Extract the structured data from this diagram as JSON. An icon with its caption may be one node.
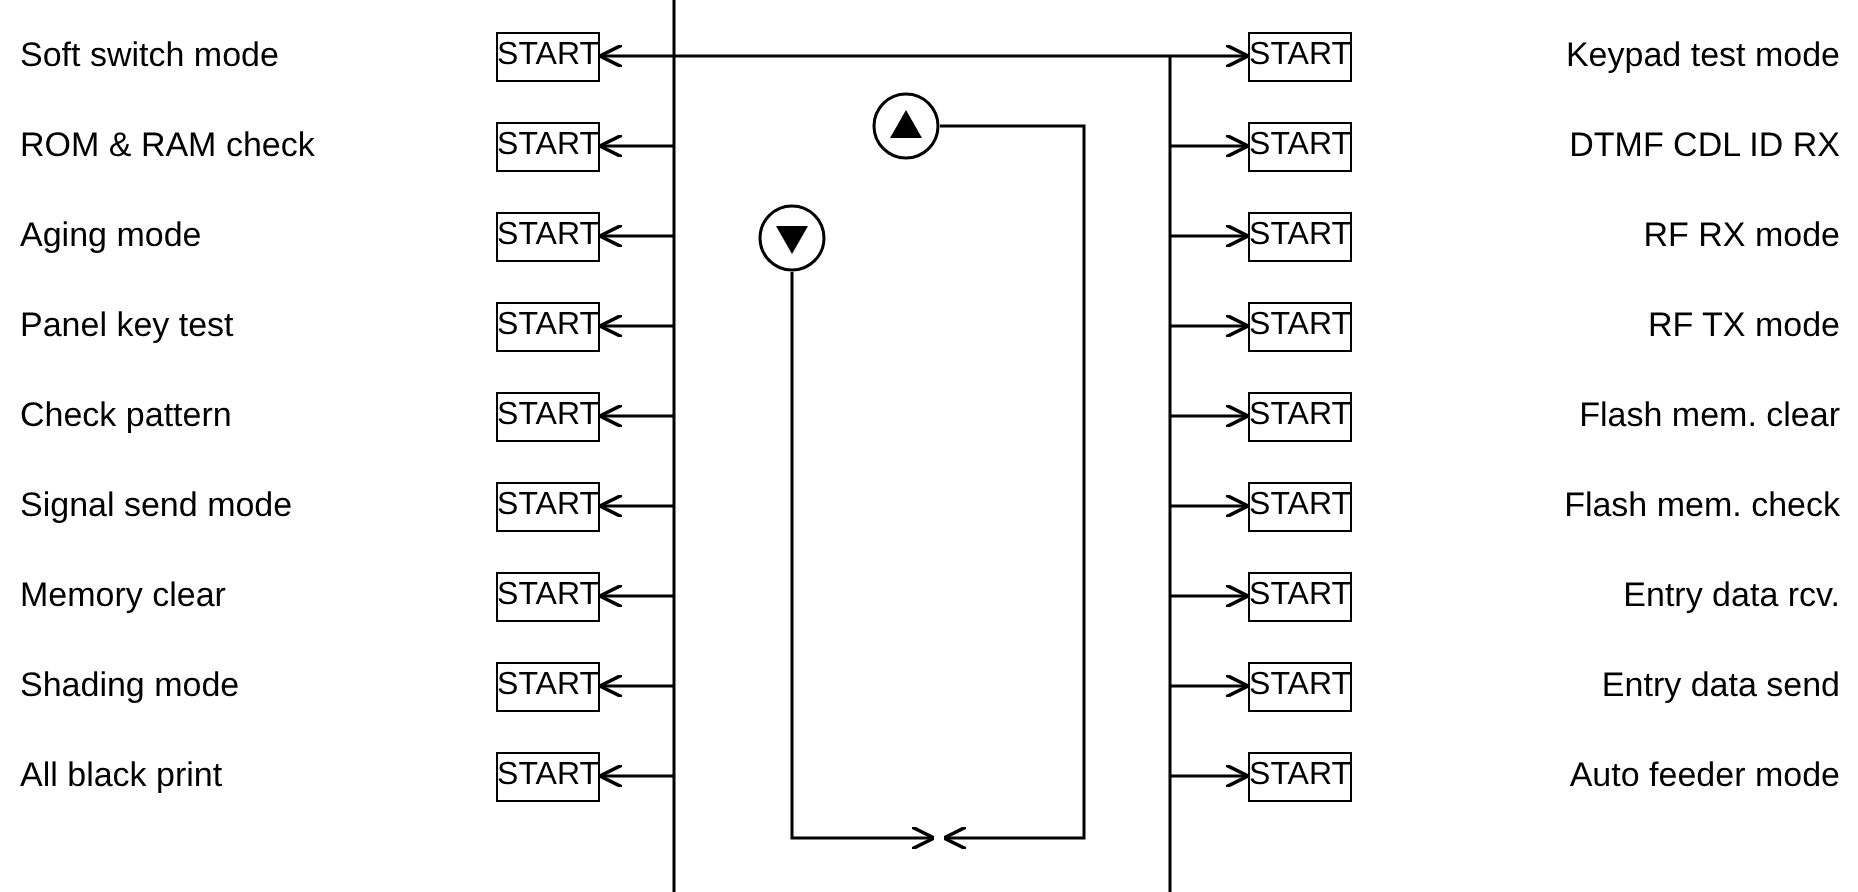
{
  "diagram": {
    "nodes": [
      {
        "text": [
          "START"
        ]
      },
      {
        "text": [
          "START"
        ]
      },
      {
        "text": [
          "START"
        ]
      },
      {
        "text": [
          "START"
        ]
      },
      {
        "text": [
          "START"
        ]
      },
      {
        "text": [
          "START"
        ]
      },
      {
        "text": [
          "START"
        ]
      },
      {
        "text": [
          "START"
        ]
      },
      {
        "text": [
          "START"
        ]
      },
      {
        "text": [
          "START"
        ]
      },
      {
        "text": [
          "START"
        ]
      },
      {
        "text": [
          "START"
        ]
      },
      {
        "text": [
          "START"
        ]
      },
      {
        "text": [
          "START"
        ]
      },
      {
        "text": [
          "START"
        ]
      },
      {
        "text": [
          "START"
        ]
      },
      {
        "text": [
          "START"
        ]
      },
      {
        "text": [
          "START"
        ]
      },
      {
        "text": [],
        "shape": "circle"
      },
      {
        "text": [],
        "shape": "circle"
      }
    ],
    "edges": [
      {
        "from": 0,
        "to": 9,
        "arrow": "both"
      },
      {
        "from": null,
        "to": 1,
        "arrow": "to"
      },
      {
        "from": null,
        "to": 2,
        "arrow": "to"
      },
      {
        "from": null,
        "to": 3,
        "arrow": "to"
      },
      {
        "from": null,
        "to": 4,
        "arrow": "to"
      },
      {
        "from": null,
        "to": 5,
        "arrow": "to"
      },
      {
        "from": null,
        "to": 6,
        "arrow": "to"
      },
      {
        "from": null,
        "to": 7,
        "arrow": "to"
      },
      {
        "from": null,
        "to": 8,
        "arrow": "to"
      },
      {
        "from": null,
        "to": 10,
        "arrow": "to"
      },
      {
        "from": null,
        "to": 11,
        "arrow": "to"
      },
      {
        "from": null,
        "to": 12,
        "arrow": "to"
      },
      {
        "from": null,
        "to": 13,
        "arrow": "to"
      },
      {
        "from": null,
        "to": 14,
        "arrow": "to"
      },
      {
        "from": null,
        "to": 15,
        "arrow": "to"
      },
      {
        "from": null,
        "to": 16,
        "arrow": "to"
      },
      {
        "from": null,
        "to": 17,
        "arrow": "to"
      },
      {
        "from": 18,
        "to": null,
        "arrow": "to"
      },
      {
        "from": 19,
        "to": null,
        "arrow": "to"
      }
    ],
    "labels": [
      "Soft switch mode",
      "Keypad test mode",
      "ROM & RAM check",
      "DTMF CDL ID RX",
      "Aging mode",
      "RF RX mode",
      "Panel key test",
      "RF TX mode",
      "Check pattern",
      "Flash mem. clear",
      "Signal send mode",
      "Flash mem. check",
      "Memory clear",
      "Entry data rcv.",
      "Shading mode",
      "Entry data send",
      "All black print",
      "Auto feeder mode"
    ]
  }
}
